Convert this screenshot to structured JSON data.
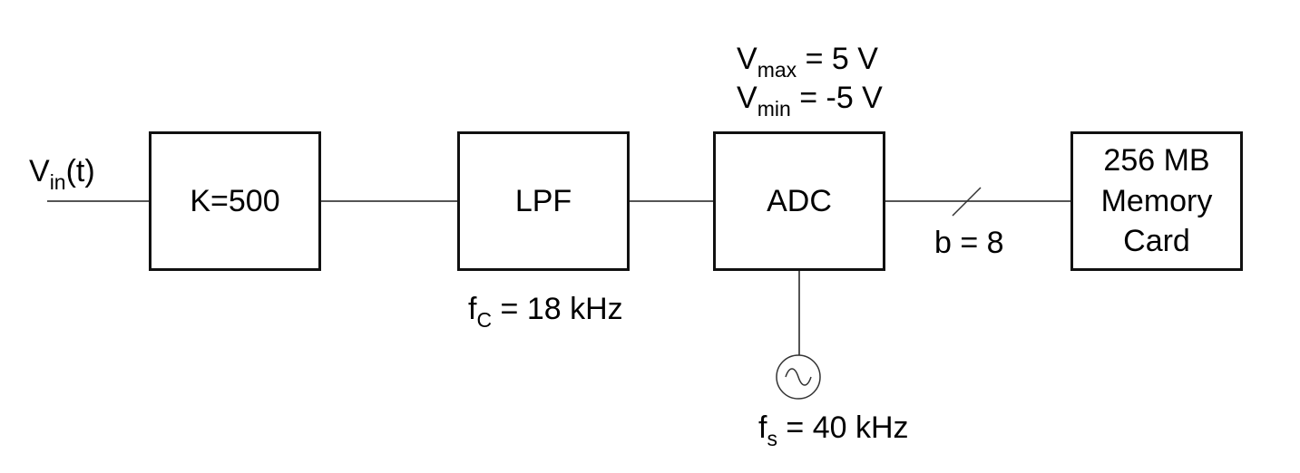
{
  "input": {
    "symbol": "V",
    "subscript": "in",
    "suffix": "(t)"
  },
  "blocks": [
    {
      "id": "gain",
      "label": "K=500"
    },
    {
      "id": "lpf",
      "label": "LPF"
    },
    {
      "id": "adc",
      "label": "ADC"
    },
    {
      "id": "memory",
      "lines": [
        "256 MB",
        "Memory",
        "Card"
      ]
    }
  ],
  "lpf_param": {
    "symbol": "f",
    "subscript": "C",
    "rest": "= 18 kHz"
  },
  "adc_params": {
    "vmax": {
      "symbol": "V",
      "subscript": "max",
      "rest": "= 5 V"
    },
    "vmin": {
      "symbol": "V",
      "subscript": "min",
      "rest": "= -5 V"
    }
  },
  "bus": {
    "label": "b = 8"
  },
  "clock": {
    "icon": "sine-source-icon",
    "symbol": "f",
    "subscript": "s",
    "rest": "= 40 kHz"
  }
}
